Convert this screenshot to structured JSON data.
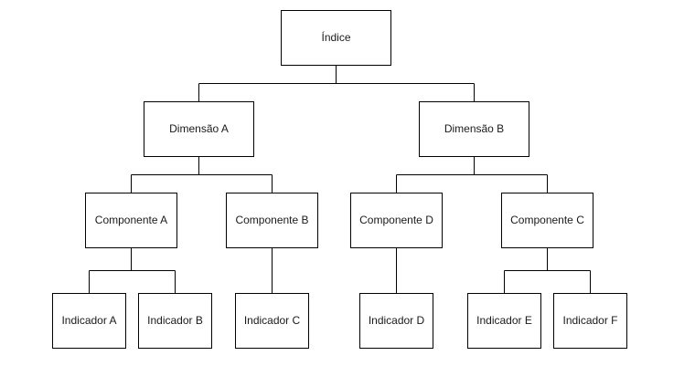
{
  "diagram": {
    "root": "Índice",
    "dimensions": {
      "a": "Dimensão A",
      "b": "Dimensão B"
    },
    "components": {
      "a": "Componente A",
      "b": "Componente B",
      "d": "Componente D",
      "c": "Componente C"
    },
    "indicators": {
      "a": "Indicador A",
      "b": "Indicador B",
      "c": "Indicador C",
      "d": "Indicador D",
      "e": "Indicador E",
      "f": "Indicador F"
    }
  }
}
